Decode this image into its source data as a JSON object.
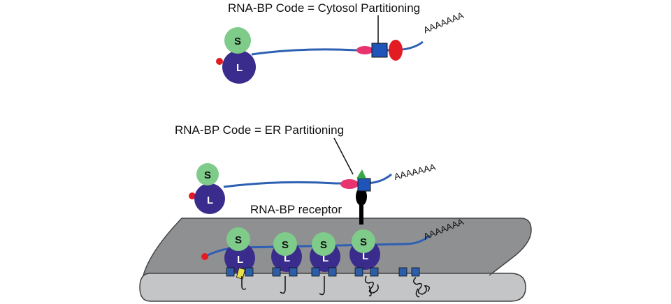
{
  "labels": {
    "cytosol_code": "RNA-BP Code  =  Cytosol  Partitioning",
    "er_code": "RNA-BP Code = ER Partitioning",
    "receptor": "RNA-BP receptor"
  },
  "ribosome": {
    "small_subunit": "S",
    "large_subunit": "L"
  },
  "poly_a_tail": "AAAAAAA",
  "colors": {
    "small_subunit": "#7ecb8a",
    "large_subunit": "#3a2c8c",
    "mrna": "#2d5fb3",
    "rbp_pink": "#e8336e",
    "rbp_blue": "#1f55b8",
    "rbp_red": "#e31b23",
    "rbp_green": "#37a84a",
    "membrane": "#8f9092",
    "receptor": "#000000",
    "translocon": "#2c5da8"
  }
}
